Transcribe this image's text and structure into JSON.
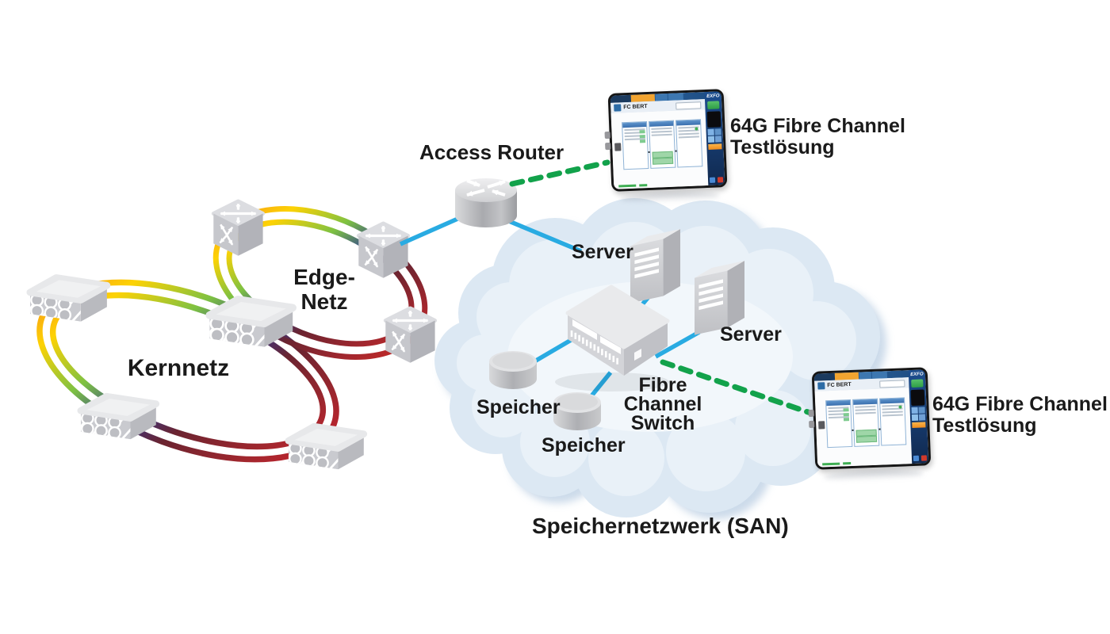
{
  "labels": {
    "kernnetz": "Kernnetz",
    "edge_netz_lines": [
      "Edge-",
      "Netz"
    ],
    "access_router": "Access Router",
    "server_top": "Server",
    "server_right": "Server",
    "speicher_left": "Speicher",
    "speicher_bottom": "Speicher",
    "fc_switch_lines": [
      "Fibre",
      "Channel",
      "Switch"
    ],
    "san": "Speichernetzwerk (SAN)",
    "test_solution_top_lines": [
      "64G Fibre Channel",
      "Testlösung"
    ],
    "test_solution_bottom_lines": [
      "64G Fibre Channel",
      "Testlösung"
    ]
  },
  "device_screen": {
    "brand": "EXFO",
    "app_title": "FC BERT"
  },
  "colors": {
    "link_blue": "#29abe2",
    "dash_green": "#12a24b",
    "cloud_fill": "#dce8f3",
    "text": "#1a1a1a",
    "ribbon_gradient": [
      "#F58220",
      "#FDD204",
      "#7DC142",
      "#2E3B97",
      "#6A2430",
      "#A3272E",
      "#E02B20"
    ]
  }
}
